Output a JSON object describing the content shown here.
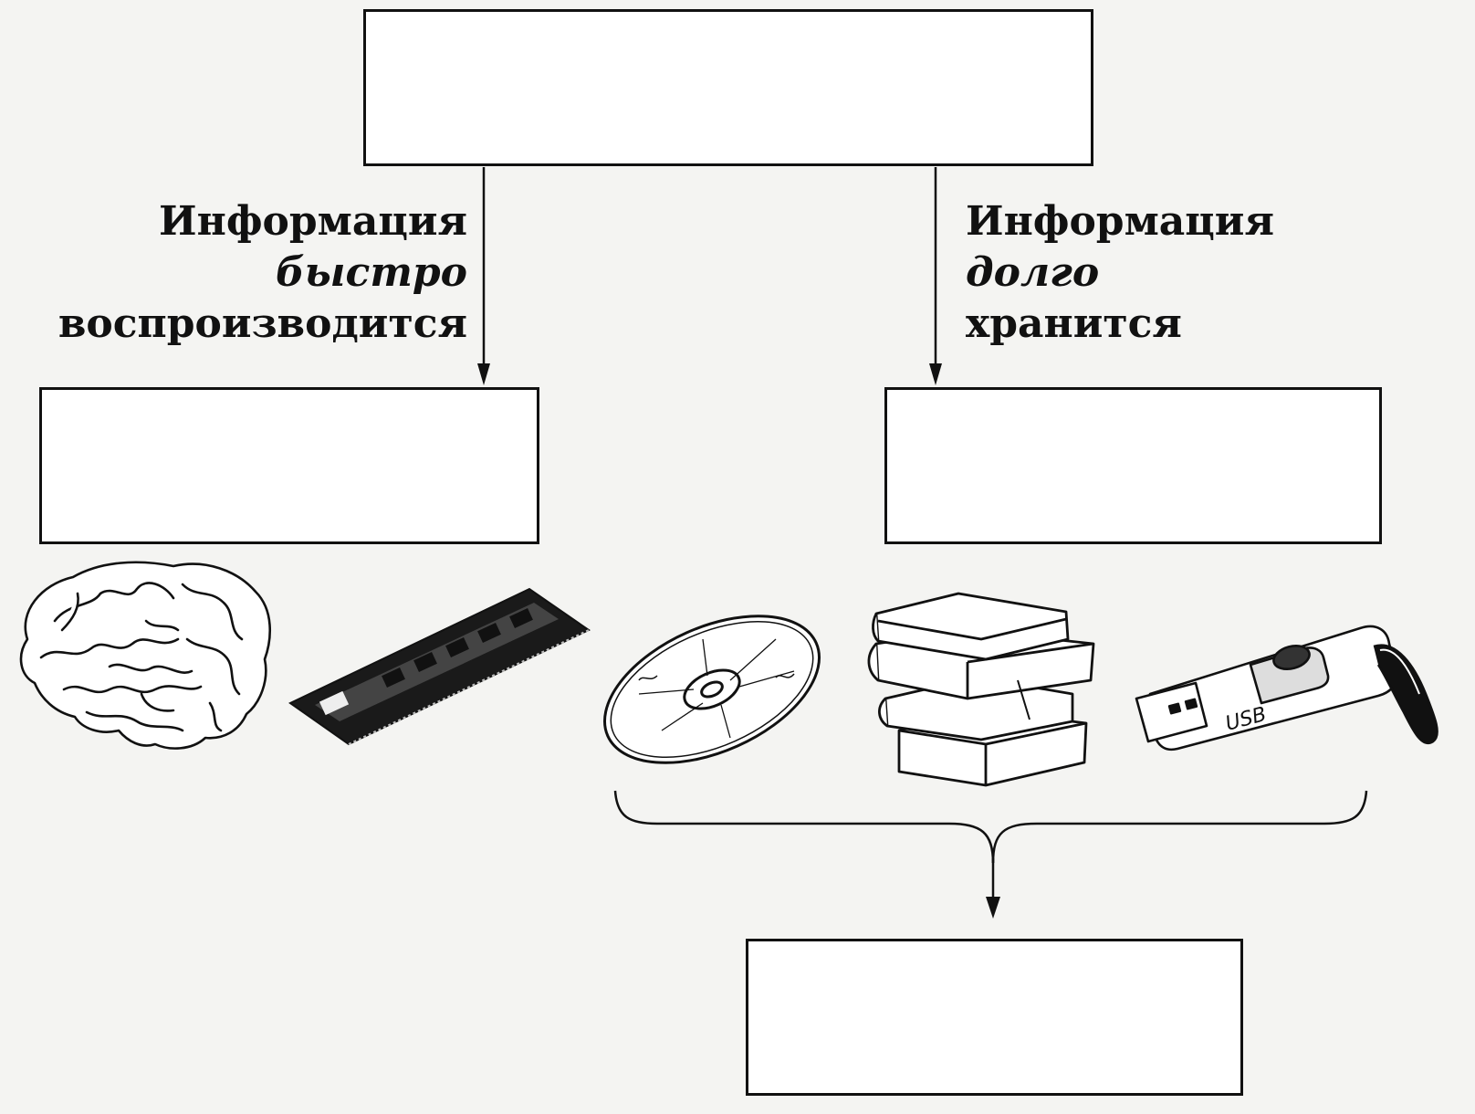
{
  "diagram": {
    "left_label": {
      "line1": "Информация",
      "line2": "быстро",
      "line3": "воспроизводится"
    },
    "right_label": {
      "line1": "Информация",
      "line2": "долго",
      "line3": "хранится"
    },
    "usb_text": "USB"
  },
  "icons": [
    "brain-icon",
    "memory-module-icon",
    "disc-icon",
    "books-icon",
    "usb-flash-drive-icon"
  ],
  "colors": {
    "ink": "#111111",
    "paper": "#f4f4f2",
    "box_fill": "#ffffff"
  }
}
